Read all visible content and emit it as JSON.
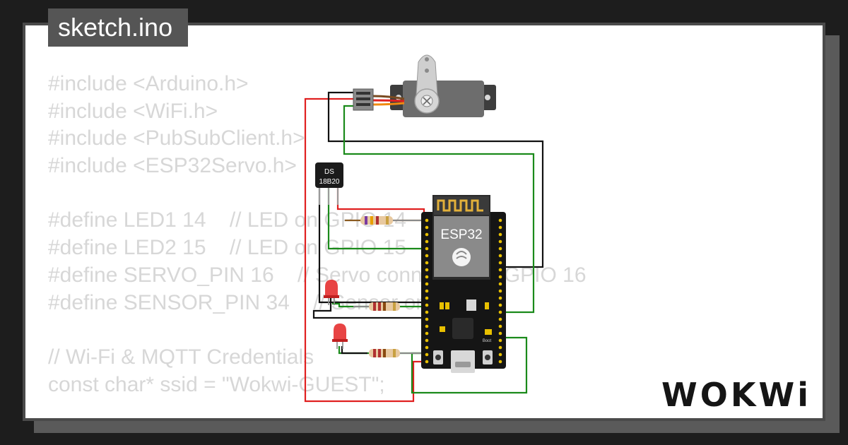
{
  "file_tab": {
    "label": "sketch.ino"
  },
  "code_lines": [
    "#include <Arduino.h>",
    "#include <WiFi.h>",
    "#include <PubSubClient.h>",
    "#include <ESP32Servo.h>",
    "",
    "#define LED1 14    // LED on GPIO 14",
    "#define LED2 15    // LED on GPIO 15",
    "#define SERVO_PIN 16    // Servo connected to GPIO 16",
    "#define SENSOR_PIN 34    // Sensor on (ADC)",
    "",
    "// Wi-Fi & MQTT Credentials",
    "const char* ssid = \"Wokwi-GUEST\";"
  ],
  "components": {
    "sensor": {
      "label_line1": "DS",
      "label_line2": "18B20"
    },
    "board": {
      "label": "ESP32",
      "boot_label": "Boot"
    }
  },
  "brand": {
    "logo": "WOKWi"
  },
  "colors": {
    "background": "#1d1d1d",
    "card": "#ffffff",
    "code_text": "#d7d7d7",
    "wire_red": "#e02020",
    "wire_green": "#1a8a1a",
    "wire_black": "#111111",
    "led_red": "#e53030",
    "board": "#151515",
    "servo": "#6d6d6d"
  }
}
